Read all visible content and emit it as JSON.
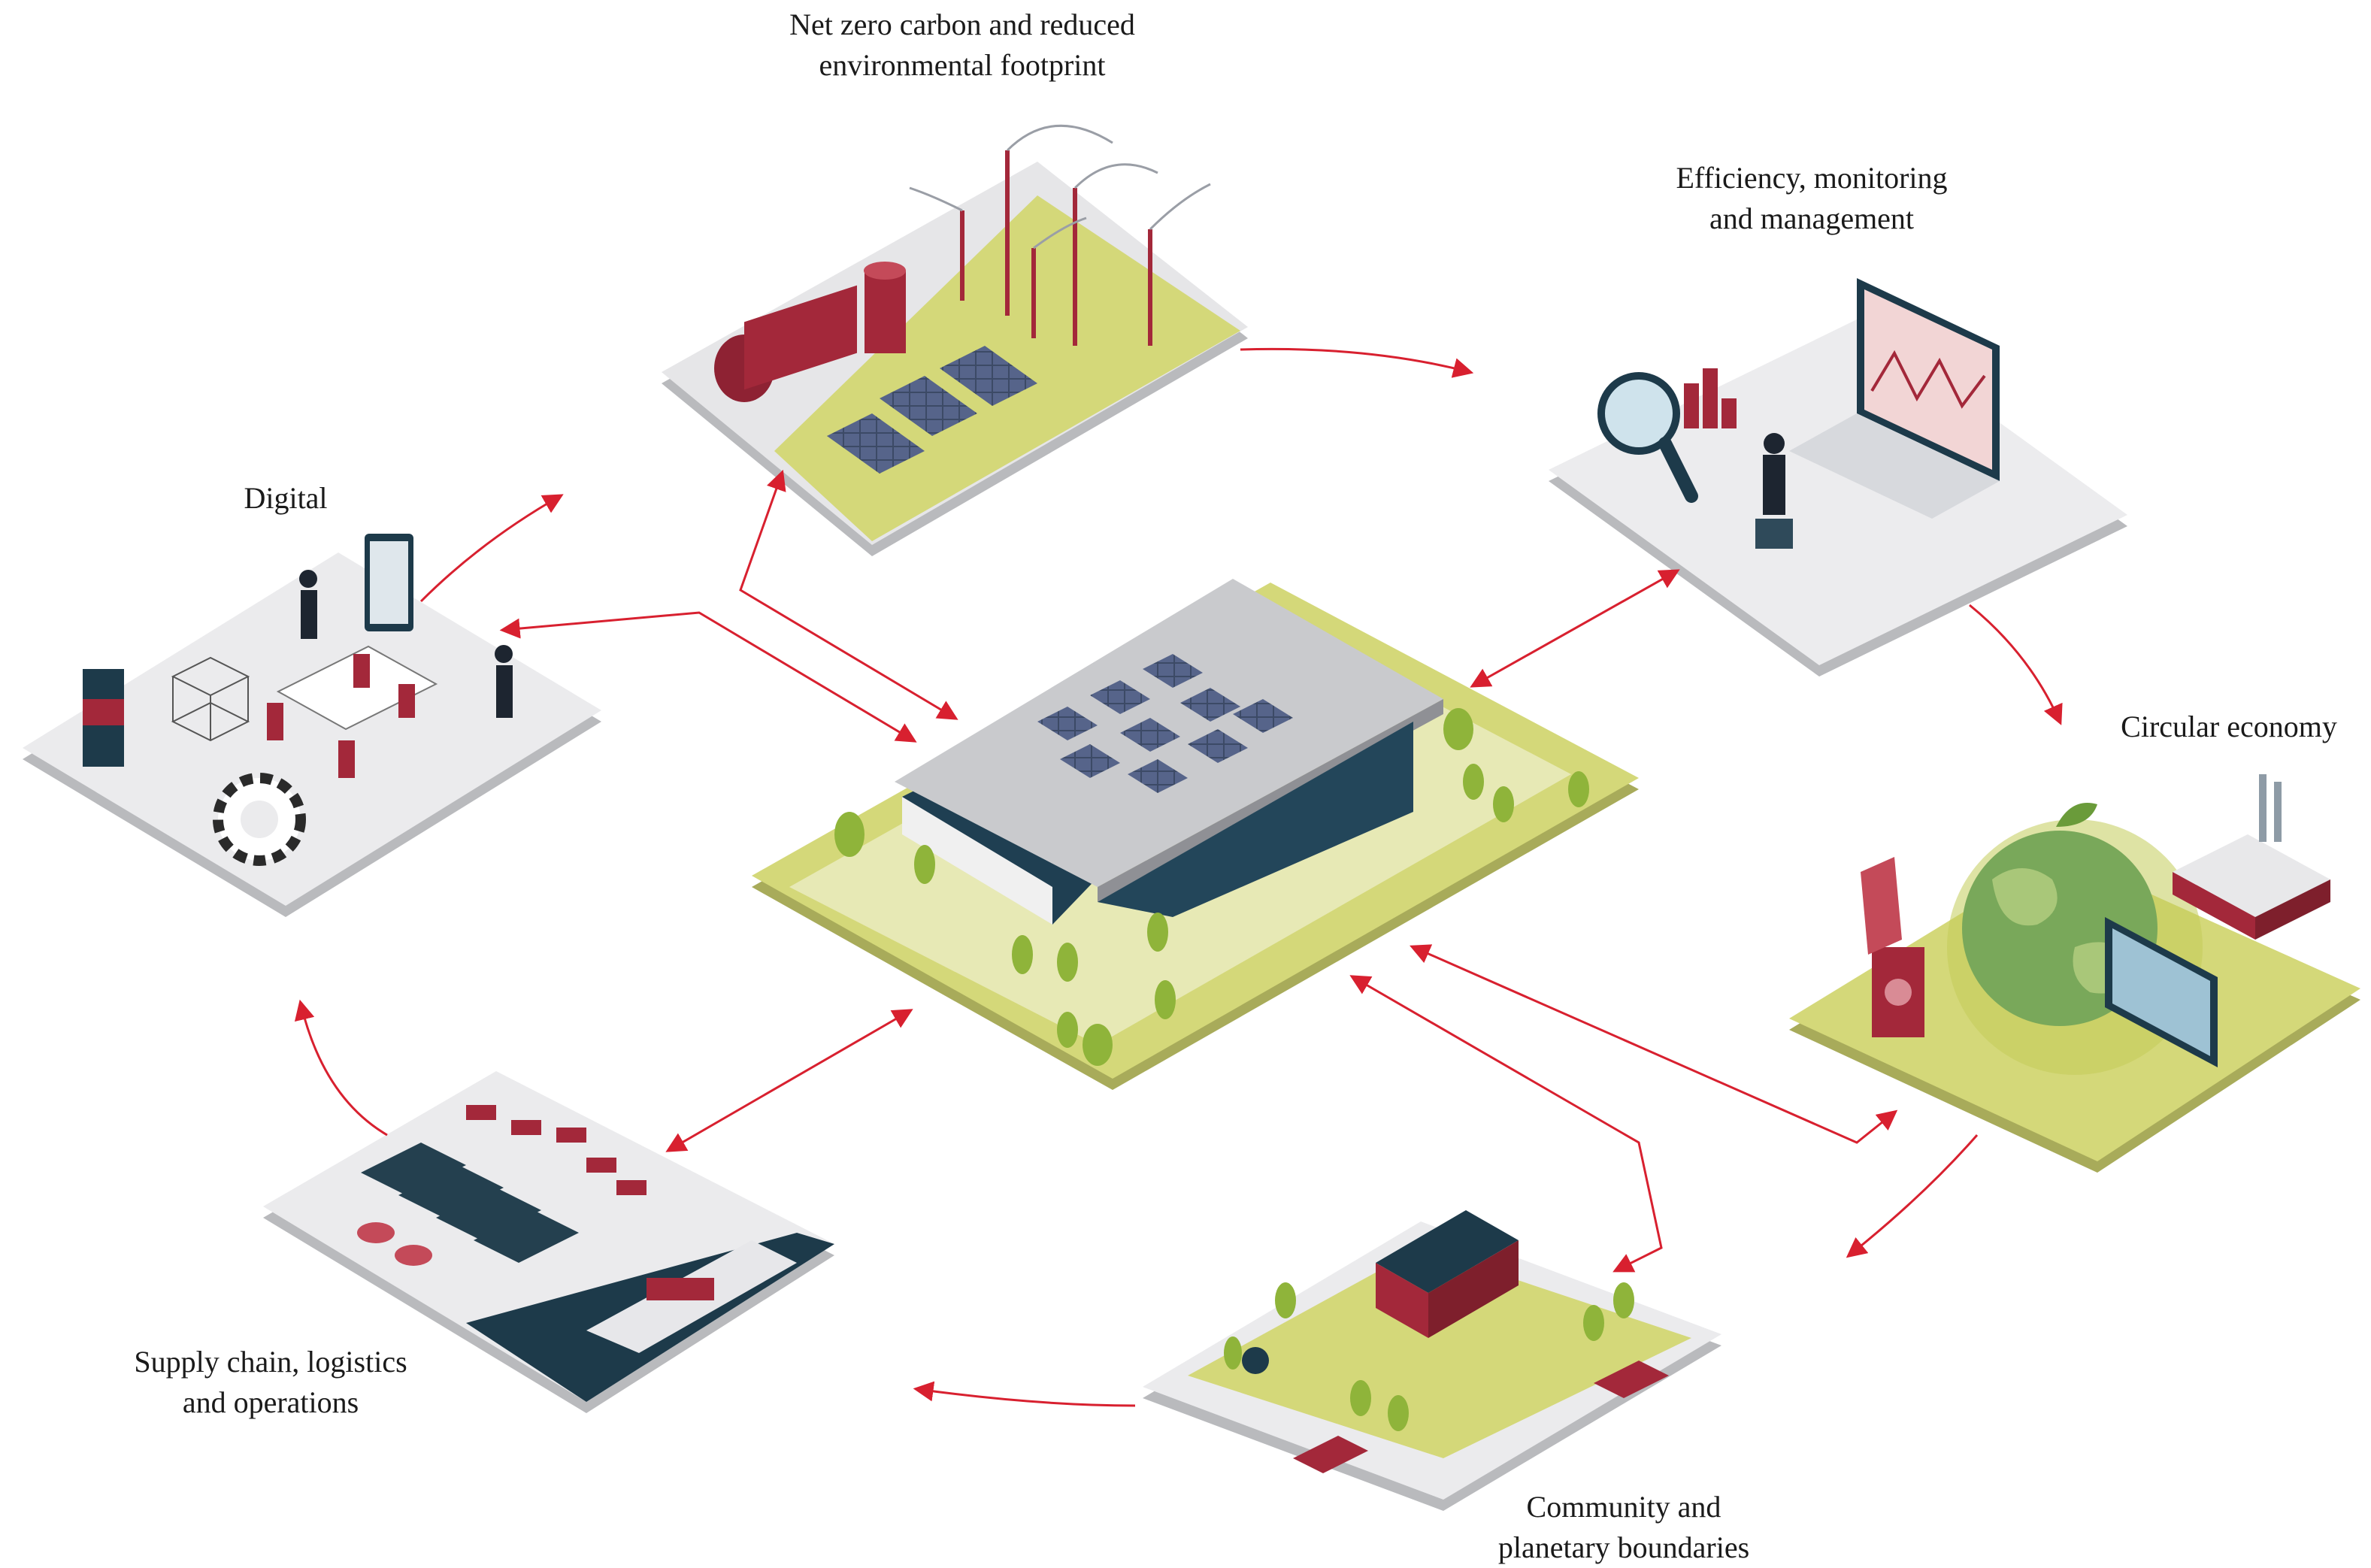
{
  "labels": {
    "net_zero": {
      "line1": "Net zero carbon and reduced",
      "line2": "environmental footprint"
    },
    "efficiency": {
      "line1": "Efficiency, monitoring",
      "line2": "and management"
    },
    "digital": {
      "line1": "Digital"
    },
    "circular": {
      "line1": "Circular economy"
    },
    "supply": {
      "line1": "Supply chain, logistics",
      "line2": "and operations"
    },
    "community": {
      "line1": "Community and",
      "line2": "planetary boundaries"
    }
  },
  "colors": {
    "arrow": "#d8202f",
    "tile_grey": "#e6e6e8",
    "tile_side": "#b9babd",
    "tile_green": "#d4d879",
    "accent_red": "#a3283a",
    "dark_navy": "#1d3a4a",
    "solar": "#3c4a66",
    "tree": "#8fb43a",
    "globe": "#79a85a"
  }
}
